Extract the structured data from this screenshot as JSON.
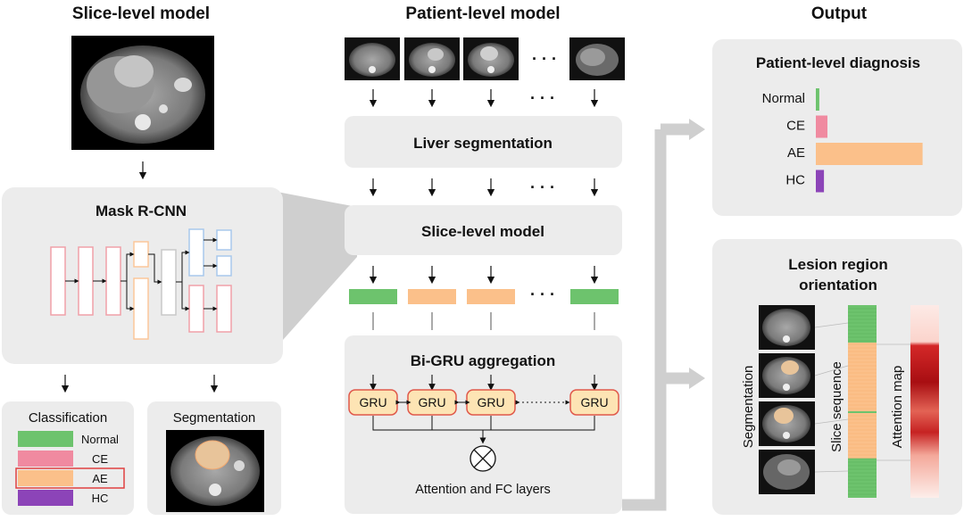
{
  "columns": {
    "left_title": "Slice-level model",
    "middle_title": "Patient-level model",
    "right_title": "Output"
  },
  "left": {
    "mask_rcnn_label": "Mask R-CNN",
    "classification": {
      "title": "Classification",
      "items": [
        {
          "label": "Normal",
          "color": "#6dc36d"
        },
        {
          "label": "CE",
          "color": "#f08aa0"
        },
        {
          "label": "AE",
          "color": "#fbc08a"
        },
        {
          "label": "HC",
          "color": "#8c44b8"
        }
      ],
      "highlight_color": "#e04040"
    },
    "segmentation_title": "Segmentation"
  },
  "middle": {
    "liver_segmentation": "Liver segmentation",
    "slice_level_model": "Slice-level model",
    "bigru_title": "Bi-GRU aggregation",
    "gru_label": "GRU",
    "attention_label": "Attention and FC layers",
    "ellipsis": "· · ·",
    "feature_colors": [
      "#6dc36d",
      "#fbc08a",
      "#fbc08a",
      "#6dc36d"
    ]
  },
  "right": {
    "diagnosis": {
      "title": "Patient-level diagnosis",
      "categories": [
        "Normal",
        "CE",
        "AE",
        "HC"
      ],
      "values": [
        0.03,
        0.1,
        0.92,
        0.07
      ],
      "colors": [
        "#6dc36d",
        "#f08aa0",
        "#fbc08a",
        "#8c44b8"
      ]
    },
    "lesion": {
      "title_line1": "Lesion region",
      "title_line2": "orientation",
      "segmentation_label": "Segmentation",
      "slice_sequence_label": "Slice sequence",
      "attention_map_label": "Attention map"
    }
  },
  "colors": {
    "panel": "#ececec",
    "connector": "#cfcfcf",
    "gru_fill": "#fde4b4",
    "gru_stroke": "#e0584a",
    "mask_red": "#f0a0a8",
    "mask_orange": "#fbc79a",
    "mask_blue": "#a8c8ec",
    "mask_gray": "#c8c8c8"
  }
}
